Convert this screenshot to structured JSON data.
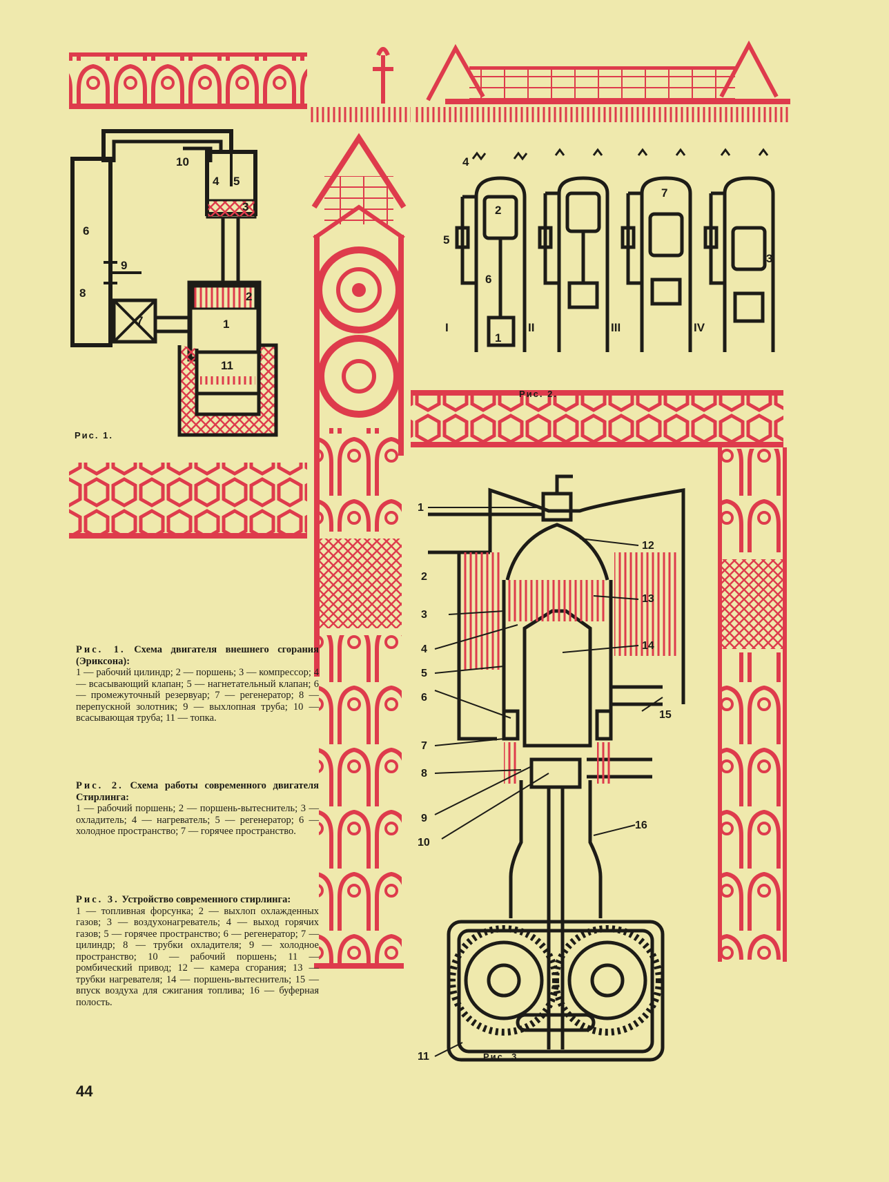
{
  "page_number": "44",
  "figures": {
    "fig1": {
      "caption": "Рис. 1.",
      "labels": [
        "1",
        "2",
        "3",
        "4",
        "5",
        "6",
        "7",
        "8",
        "9",
        "10",
        "11"
      ]
    },
    "fig2": {
      "caption": "Рис. 2.",
      "labels": [
        "1",
        "2",
        "3",
        "4",
        "5",
        "6",
        "7"
      ],
      "phases": [
        "I",
        "II",
        "III",
        "IV"
      ]
    },
    "fig3": {
      "caption": "Рис. 3.",
      "labels": [
        "1",
        "2",
        "3",
        "4",
        "5",
        "6",
        "7",
        "8",
        "9",
        "10",
        "11",
        "12",
        "13",
        "14",
        "15",
        "16"
      ]
    }
  },
  "legends": [
    {
      "label": "Рис. 1.",
      "title": "Схема двигателя внешнего сгорания (Эриксона):",
      "body": "1 — рабочий цилиндр; 2 — поршень; 3 — компрессор; 4 — всасывающий клапан; 5 — нагнетательный клапан; 6 — промежуточный резервуар; 7 — регенератор; 8 — перепускной золотник; 9 — выхлопная труба; 10 — всасывающая труба; 11 — топка."
    },
    {
      "label": "Рис. 2.",
      "title": "Схема работы современного двигателя Стирлинга:",
      "body": "1 — рабочий поршень; 2 — поршень-вытеснитель; 3 — охладитель; 4 — нагреватель; 5 — регенератор; 6 — холодное пространство; 7 — горячее пространство."
    },
    {
      "label": "Рис. 3.",
      "title": "Устройство современного стирлинга:",
      "body": "1 — топливная форсунка; 2 — выхлоп охлажденных газов; 3 — воздухонагреватель; 4 — выход горячих газов; 5 — горячее пространство; 6 — регенератор; 7 — цилиндр; 8 — трубки охладителя; 9 — холодное пространство; 10 — рабочий поршень; 11 — ромбический привод; 12 — камера сгорания; 13 — трубки нагревателя; 14 — поршень-вытеснитель; 15 — впуск воздуха для сжигания топлива; 16 — буферная полость."
    }
  ],
  "colors": {
    "paper": "#efe9ad",
    "ornament": "#de3b4c",
    "ink": "#1d1c17"
  }
}
